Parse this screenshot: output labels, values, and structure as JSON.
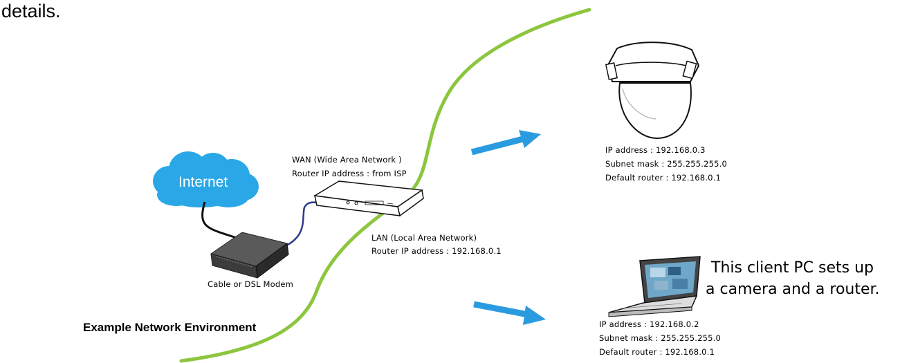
{
  "intro_text": "details.",
  "internet": {
    "label": "Internet",
    "color": "#2aa7e6"
  },
  "modem": {
    "label": "Cable or DSL Modem"
  },
  "wan": {
    "line1": "WAN (Wide Area Network )",
    "line2": "Router IP address : from ISP"
  },
  "lan": {
    "line1": "LAN (Local Area Network)",
    "line2": "Router IP address : 192.168.0.1"
  },
  "camera": {
    "ip": "IP address : 192.168.0.3",
    "subnet": "Subnet mask : 255.255.255.0",
    "router": "Default router : 192.168.0.1"
  },
  "pc": {
    "ip": "IP address : 192.168.0.2",
    "subnet": "Subnet mask : 255.255.255.0",
    "router": "Default router : 192.168.0.1",
    "note_line1": "This client PC sets up",
    "note_line2": "a camera and a router."
  },
  "caption": "Example Network Environment",
  "colors": {
    "boundary": "#8cc63f",
    "arrow": "#2b9be0",
    "cable": "#2d3b8c",
    "cloud": "#2aa7e6"
  }
}
